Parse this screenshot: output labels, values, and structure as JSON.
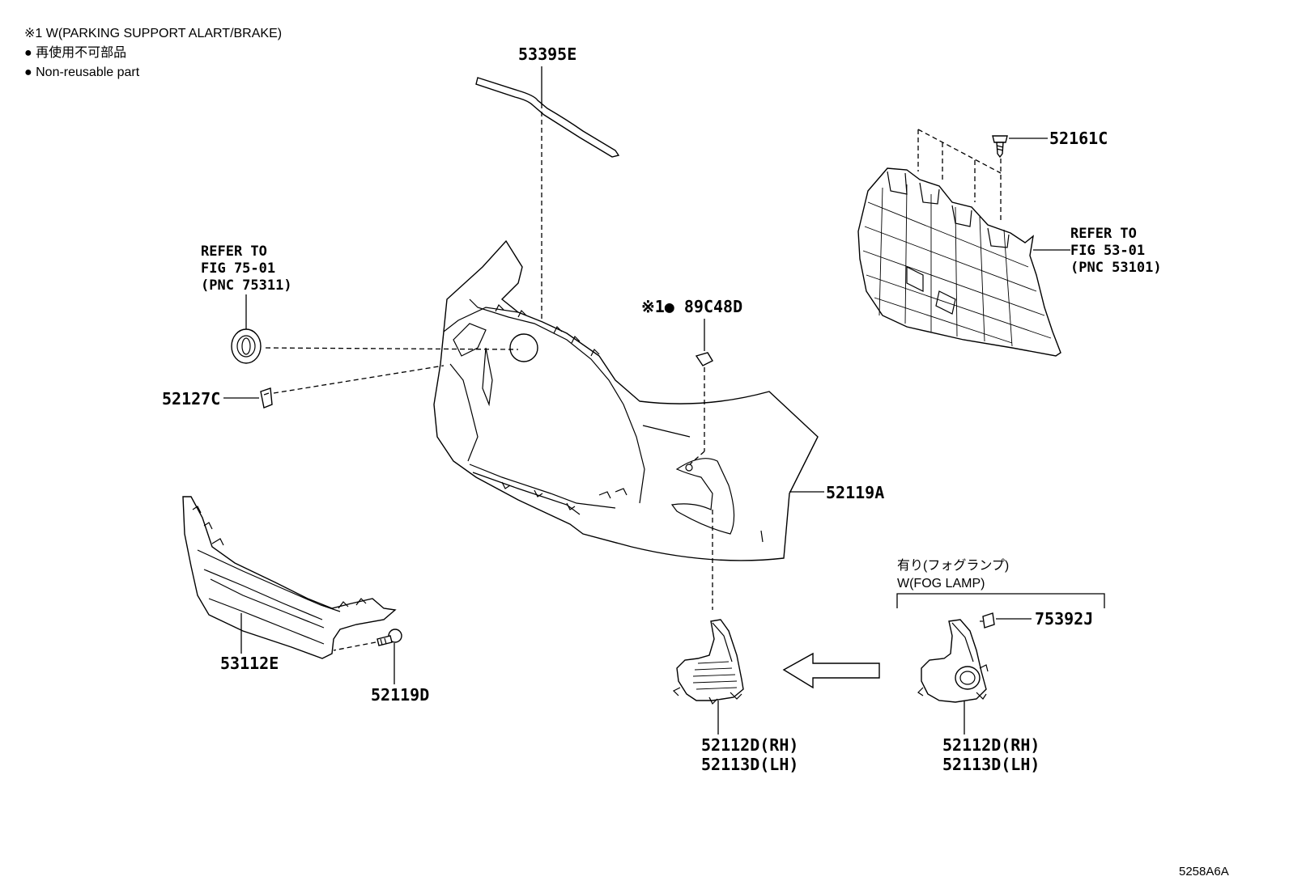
{
  "notes": {
    "line1": "※1 W(PARKING SUPPORT ALART/BRAKE)",
    "line2": "● 再使用不可部品",
    "line3": "● Non-reusable part"
  },
  "parts": {
    "p53395E": "53395E",
    "p52161C": "52161C",
    "p89C48D": "※1● 89C48D",
    "p52127C": "52127C",
    "p52119A": "52119A",
    "p53112E": "53112E",
    "p52119D": "52119D",
    "p75392J": "75392J",
    "p52112D_a": "52112D(RH)",
    "p52113D_a": "52113D(LH)",
    "p52112D_b": "52112D(RH)",
    "p52113D_b": "52113D(LH)"
  },
  "refs": {
    "emblem": {
      "l1": "REFER TO",
      "l2": "FIG 75-01",
      "l3": "(PNC 75311)"
    },
    "grille": {
      "l1": "REFER TO",
      "l2": "FIG 53-01",
      "l3": "(PNC 53101)"
    }
  },
  "fog_option": {
    "jp": "有り(フォグランプ)",
    "en": "W(FOG LAMP)"
  },
  "diagram_id": "5258A6A"
}
